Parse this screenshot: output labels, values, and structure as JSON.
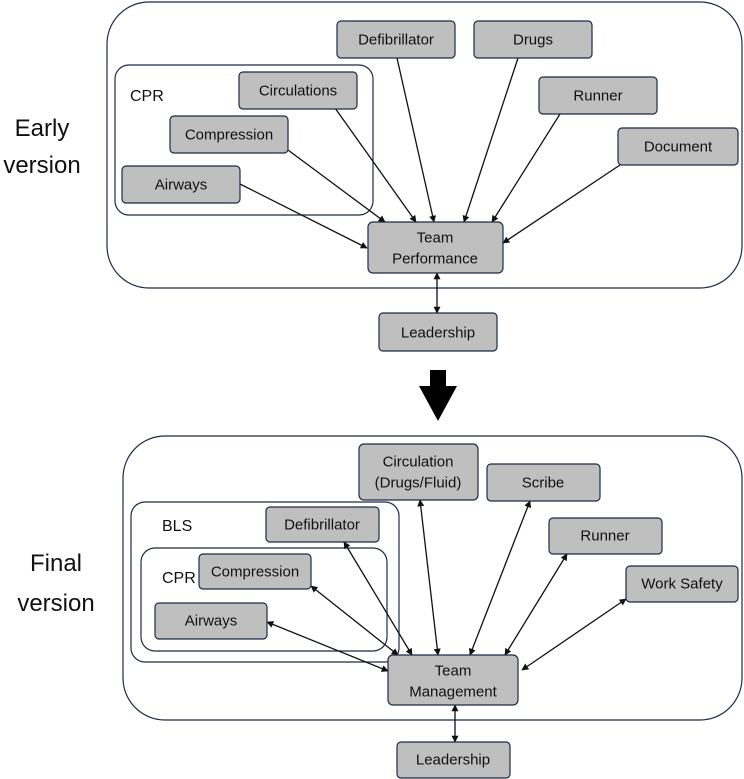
{
  "early": {
    "label_line1": "Early",
    "label_line2": "version",
    "group_cpr": "CPR",
    "nodes": {
      "defibrillator": "Defibrillator",
      "drugs": "Drugs",
      "circulations": "Circulations",
      "compression": "Compression",
      "airways": "Airways",
      "runner": "Runner",
      "document": "Document",
      "team_performance_line1": "Team",
      "team_performance_line2": "Performance",
      "leadership": "Leadership"
    }
  },
  "final": {
    "label_line1": "Final",
    "label_line2": "version",
    "group_bls": "BLS",
    "group_cpr": "CPR",
    "nodes": {
      "circulation_line1": "Circulation",
      "circulation_line2": "(Drugs/Fluid)",
      "scribe": "Scribe",
      "defibrillator": "Defibrillator",
      "runner": "Runner",
      "compression": "Compression",
      "work_safety": "Work Safety",
      "airways": "Airways",
      "team_management_line1": "Team",
      "team_management_line2": "Management",
      "leadership": "Leadership"
    }
  },
  "colors": {
    "node_fill": "#bfbfbf",
    "node_border": "#1f2a44",
    "arrow": "#111111"
  },
  "transition_icon": "down-arrow-icon"
}
